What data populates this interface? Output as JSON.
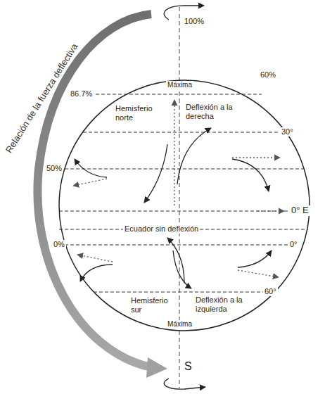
{
  "diagram": {
    "labels": [
      "Relación de la fuerza deflectiva",
      "100%",
      "Máxima",
      "60%",
      "86.7%",
      "Hemisferio norte",
      "Deflexión a la derecha",
      "30°",
      "50%",
      "0° E",
      "Ecuador sin deflexión",
      "0%",
      "0°",
      "Hemisferio sur",
      "Deflexión a la izquierda",
      "60°",
      "Máxima",
      "S"
    ]
  }
}
